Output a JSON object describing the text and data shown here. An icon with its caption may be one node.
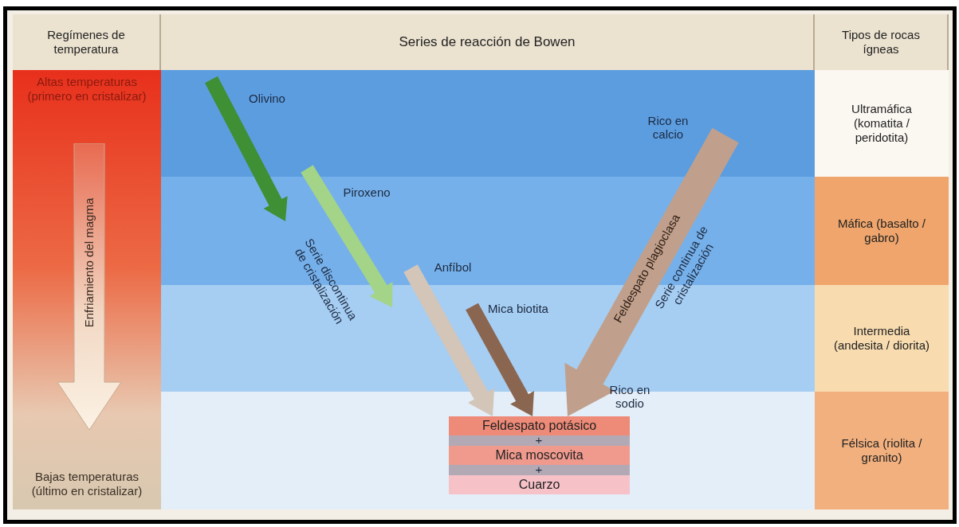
{
  "diagram": {
    "nodes": [
      {
        "text": [
          "Regímenes de temperatura"
        ]
      },
      {
        "text": [
          "Series de reacción de Bowen"
        ]
      },
      {
        "text": [
          "Tipos de rocas ígneas"
        ]
      },
      {
        "text": [
          "Altas temperaturas (primero en cristalizar)",
          "Bajas temperaturas (último en cristalizar)"
        ]
      },
      {
        "text": [
          "Enfriamiento del magma"
        ],
        "in": 3
      },
      {
        "text": [
          "Ultramáfica (komatita / peridotita)"
        ]
      },
      {
        "text": [
          "Máfica (basalto / gabro)"
        ]
      },
      {
        "text": [
          "Intermedia (andesita / diorita)"
        ]
      },
      {
        "text": [
          "Félsica (riolita / granito)"
        ]
      },
      {
        "text": [
          "Feldespato potásico"
        ]
      },
      {
        "text": [
          "Mica moscovita"
        ]
      },
      {
        "text": [
          "Cuarzo"
        ]
      }
    ],
    "edges": [
      {
        "from": null,
        "to": 9,
        "arrow": "to",
        "color": "#d3c5b8"
      },
      {
        "from": null,
        "to": 9,
        "arrow": "to",
        "color": "#8a6650"
      },
      {
        "from": null,
        "to": 9,
        "arrow": "to",
        "label": "Feldespato plagioclasa",
        "color": "#c0a08c"
      }
    ],
    "labels": [
      "Olivino",
      "Rico en calcio",
      "Piroxeno",
      "Serie discontinua de cristalización",
      "Serie continua de cristalización",
      "Anfíbol",
      "Mica biotita",
      "Rico en sodio",
      "+",
      "+"
    ]
  }
}
